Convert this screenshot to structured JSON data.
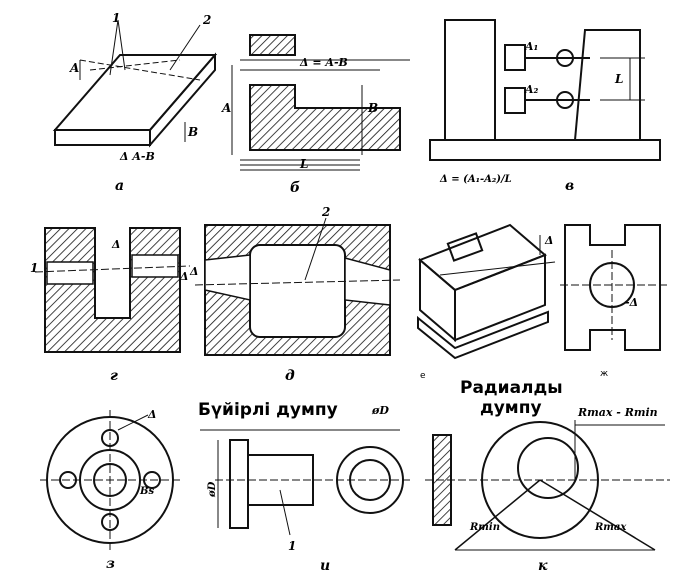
{
  "captions": {
    "a": "а",
    "b": "б",
    "v": "в",
    "g": "г",
    "d": "д",
    "e": "е",
    "zh": "ж",
    "z": "з",
    "i": "и",
    "k": "к"
  },
  "headings": {
    "face": "Бүйірлі думпу",
    "radial_line1": "Радиалды",
    "radial_line2": "думпу"
  },
  "annotations": {
    "a_one": "1",
    "a_two": "2",
    "a_A": "A",
    "a_B": "B",
    "a_formula": "Δ A-B",
    "b_formula": "Δ = A-B",
    "b_A": "A",
    "b_B": "B",
    "b_L": "L",
    "v_A1": "A₁",
    "v_A2": "A₂",
    "v_L": "L",
    "v_formula": "Δ = (A₁-A₂)/L",
    "g_one": "1",
    "g_delta": "Δ",
    "g_delta2": "Δ",
    "d_two": "2",
    "d_delta": "Δ",
    "e_delta": "Δ",
    "zh_delta": "-Δ",
    "z_delta": "Δ",
    "z_Bs": "Bs",
    "i_dD": "øD",
    "i_D": "øD",
    "i_one": "1",
    "k_range": "Rmax - Rmin",
    "k_rmin": "Rmin",
    "k_rmax": "Rmax"
  }
}
